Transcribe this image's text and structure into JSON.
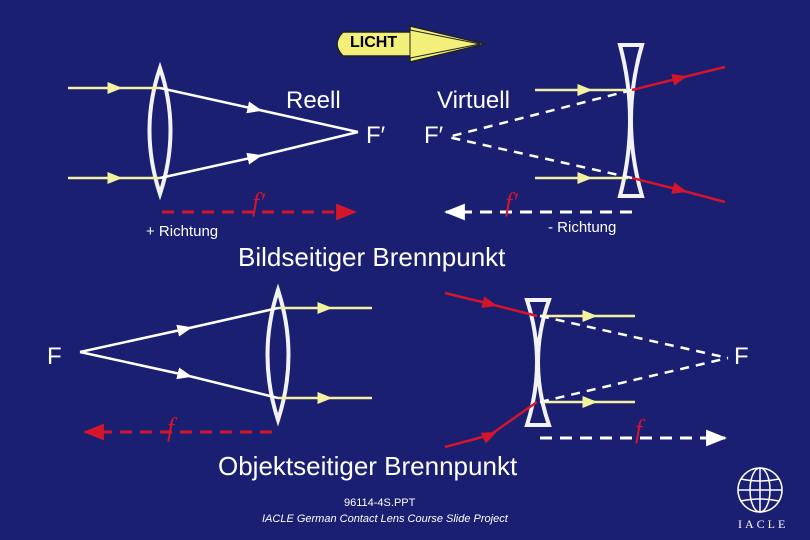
{
  "badge": {
    "label": "LICHT"
  },
  "top": {
    "left_title": "Reell",
    "right_title": "Virtuell",
    "left_focus": "F′",
    "right_focus": "F′",
    "left_f": "f′",
    "right_f": "f′",
    "left_direction": "+ Richtung",
    "right_direction": "- Richtung",
    "heading": "Bildseitiger Brennpunkt"
  },
  "bottom": {
    "left_focus": "F",
    "right_focus": "F",
    "left_f": "f",
    "right_f": "f",
    "heading": "Objektseitiger Brennpunkt"
  },
  "footer": {
    "code": "96114-4S.PPT",
    "project": "IACLE German Contact Lens Course Slide Project"
  },
  "logo": {
    "text": "IACLE",
    "icon": "globe-icon"
  },
  "colors": {
    "background": "#1a1f72",
    "ray": "#f2f2a0",
    "red": "#d4152b",
    "badge": "#f2f07a",
    "white": "#ffffff"
  }
}
